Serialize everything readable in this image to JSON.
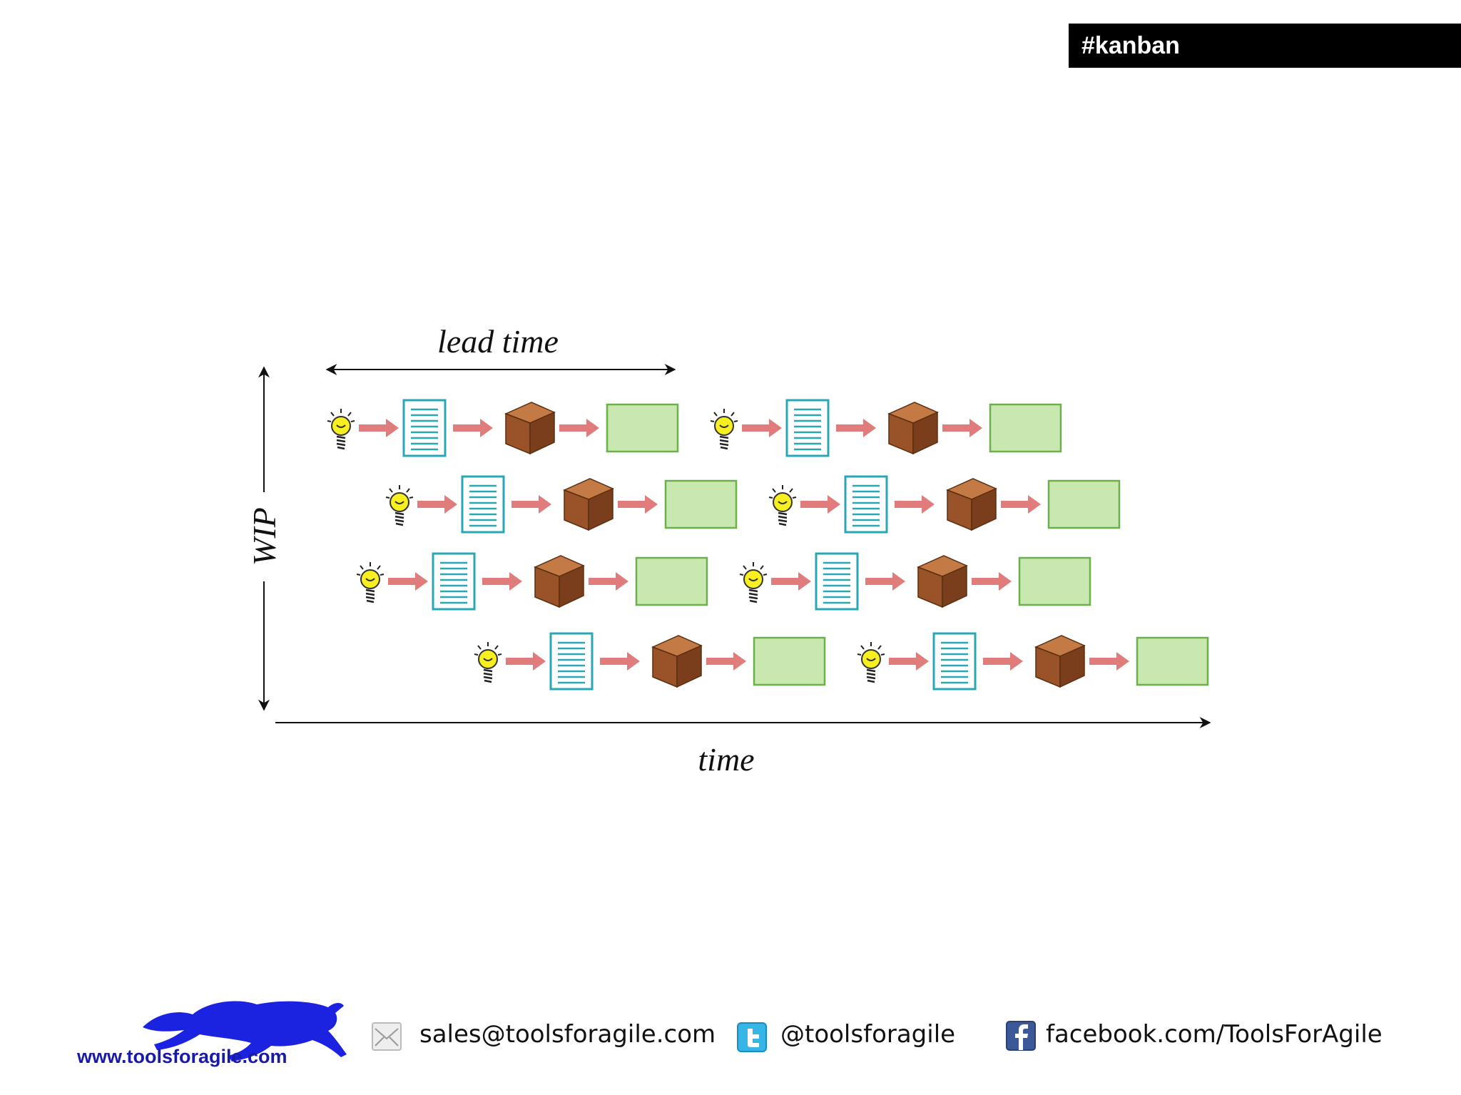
{
  "header": {
    "tag": "#kanban"
  },
  "diagram": {
    "lead_time_label": "lead time",
    "wip_label": "WIP",
    "time_label": "time",
    "stages": [
      "idea-bulb-icon",
      "document-icon",
      "cube-icon",
      "done-box"
    ],
    "rows": 4,
    "flows_per_row": 2,
    "colors": {
      "bulb": "#f7ef1f",
      "arrow": "#e07c7c",
      "document": "#2aa7b5",
      "cube": "#9a5228",
      "done_fill": "#c9e8b0",
      "done_border": "#6ab04c"
    }
  },
  "footer": {
    "logo_url": "www.toolsforagile.com",
    "email": "sales@toolsforagile.com",
    "twitter": "@toolsforagile",
    "facebook": "facebook.com/ToolsForAgile"
  }
}
